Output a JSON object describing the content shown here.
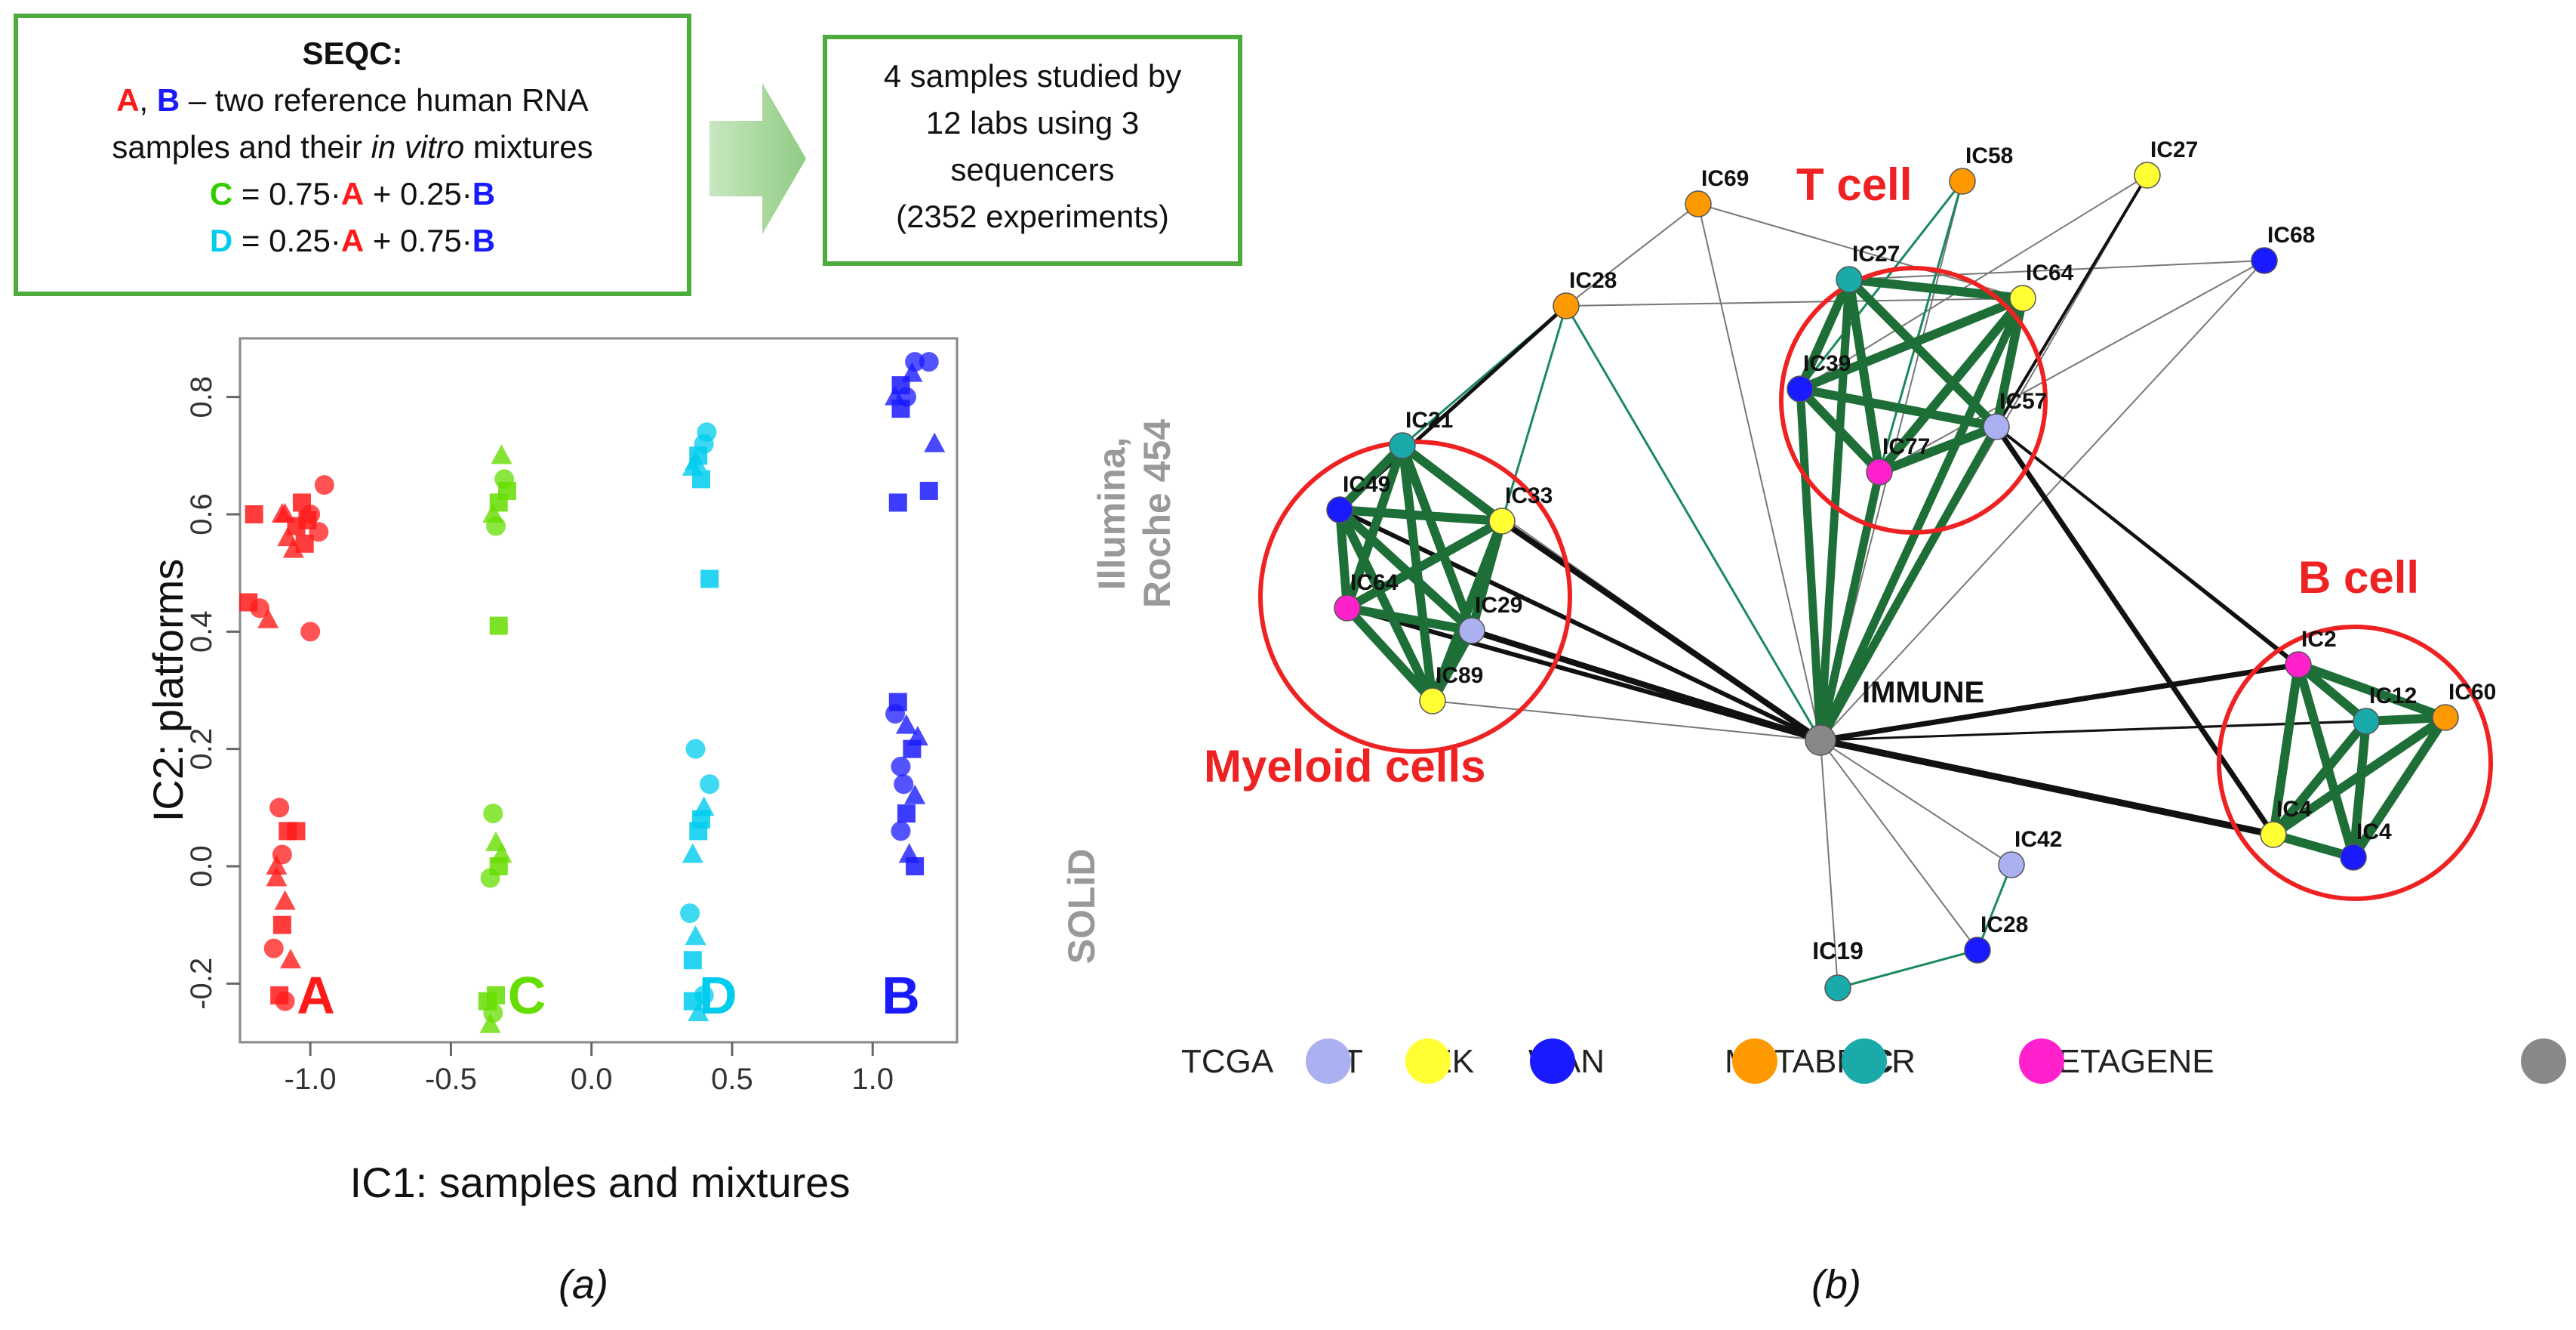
{
  "panel_a": {
    "seqc_box": {
      "title": "SEQC:",
      "line1_a": "A",
      "line1_sep": ", ",
      "line1_b": "B",
      "line1_rest": " – two reference human RNA",
      "line2_pre": "samples and their ",
      "line2_ital": "in vitro",
      "line2_post": " mixtures",
      "line3_c": "C",
      "line3_mid1": " = 0.75·",
      "line3_a": "A",
      "line3_mid2": " + 0.25·",
      "line3_b": "B",
      "line4_d": "D",
      "line4_mid1": " = 0.25·",
      "line4_a": "A",
      "line4_mid2": " + 0.75·",
      "line4_b": "B"
    },
    "summary_box": {
      "line1": "4 samples studied by",
      "line2": "12 labs using 3",
      "line3": "sequencers",
      "line4": "(2352 experiments)"
    },
    "platform_labels": {
      "upper": "Illumina,",
      "upper2": "Roche 454",
      "lower": "SOLiD"
    },
    "label": "(a)"
  },
  "chart_data": {
    "type": "scatter",
    "xlabel": "IC1: samples and mixtures",
    "ylabel": "IC2: platforms",
    "xlim": [
      -1.25,
      1.3
    ],
    "ylim": [
      -0.3,
      0.9
    ],
    "xticks": [
      "-1.0",
      "-0.5",
      "0.0",
      "0.5",
      "1.0"
    ],
    "xtick_values": [
      -1.0,
      -0.5,
      0.0,
      0.5,
      1.0
    ],
    "yticks": [
      "-0.2",
      "0.0",
      "0.2",
      "0.4",
      "0.6",
      "0.8"
    ],
    "ytick_values": [
      -0.2,
      0.0,
      0.2,
      0.4,
      0.6,
      0.8
    ],
    "group_labels": [
      {
        "text": "A",
        "x": -0.98,
        "y": -0.22,
        "color": "#ff1a1a"
      },
      {
        "text": "C",
        "x": -0.23,
        "y": -0.22,
        "color": "#66dd00"
      },
      {
        "text": "D",
        "x": 0.45,
        "y": -0.22,
        "color": "#00ccee"
      },
      {
        "text": "B",
        "x": 1.1,
        "y": -0.22,
        "color": "#1a1aff"
      }
    ],
    "series": [
      {
        "name": "A",
        "color": "#ff1a1a",
        "points": [
          [
            -1.05,
            0.58
          ],
          [
            -1.0,
            0.6
          ],
          [
            -1.08,
            0.56
          ],
          [
            -1.03,
            0.62
          ],
          [
            -0.95,
            0.65
          ],
          [
            -1.06,
            0.54
          ],
          [
            -1.01,
            0.59
          ],
          [
            -0.97,
            0.57
          ],
          [
            -1.09,
            0.6
          ],
          [
            -1.02,
            0.55
          ],
          [
            -1.0,
            0.4
          ],
          [
            -1.1,
            0.6
          ],
          [
            -1.2,
            0.6
          ],
          [
            -1.18,
            0.44
          ],
          [
            -1.15,
            0.42
          ],
          [
            -1.22,
            0.45
          ],
          [
            -1.1,
            0.02
          ],
          [
            -1.12,
            -0.02
          ],
          [
            -1.08,
            0.06
          ],
          [
            -1.11,
            0.1
          ],
          [
            -1.09,
            -0.06
          ],
          [
            -1.1,
            -0.1
          ],
          [
            -1.13,
            -0.14
          ],
          [
            -1.07,
            -0.16
          ],
          [
            -1.11,
            -0.22
          ],
          [
            -1.09,
            -0.23
          ],
          [
            -1.12,
            0.0
          ],
          [
            -1.05,
            0.06
          ]
        ]
      },
      {
        "name": "C",
        "color": "#66dd00",
        "points": [
          [
            -0.33,
            0.62
          ],
          [
            -0.31,
            0.66
          ],
          [
            -0.35,
            0.6
          ],
          [
            -0.3,
            0.64
          ],
          [
            -0.34,
            0.58
          ],
          [
            -0.32,
            0.7
          ],
          [
            -0.33,
            0.41
          ],
          [
            -0.35,
            0.09
          ],
          [
            -0.34,
            0.04
          ],
          [
            -0.33,
            0.0
          ],
          [
            -0.36,
            -0.02
          ],
          [
            -0.32,
            0.02
          ],
          [
            -0.37,
            -0.23
          ],
          [
            -0.35,
            -0.25
          ],
          [
            -0.36,
            -0.27
          ],
          [
            -0.34,
            -0.22
          ]
        ]
      },
      {
        "name": "D",
        "color": "#00ccee",
        "points": [
          [
            0.38,
            0.7
          ],
          [
            0.4,
            0.72
          ],
          [
            0.36,
            0.68
          ],
          [
            0.39,
            0.66
          ],
          [
            0.41,
            0.74
          ],
          [
            0.37,
            0.69
          ],
          [
            0.42,
            0.49
          ],
          [
            0.37,
            0.2
          ],
          [
            0.4,
            0.1
          ],
          [
            0.38,
            0.06
          ],
          [
            0.42,
            0.14
          ],
          [
            0.36,
            0.02
          ],
          [
            0.39,
            0.08
          ],
          [
            0.35,
            -0.08
          ],
          [
            0.37,
            -0.12
          ],
          [
            0.36,
            -0.16
          ],
          [
            0.4,
            -0.22
          ],
          [
            0.38,
            -0.25
          ],
          [
            0.36,
            -0.23
          ]
        ]
      },
      {
        "name": "B",
        "color": "#1a1aff",
        "points": [
          [
            1.1,
            0.82
          ],
          [
            1.12,
            0.8
          ],
          [
            1.14,
            0.84
          ],
          [
            1.1,
            0.78
          ],
          [
            1.15,
            0.86
          ],
          [
            1.08,
            0.8
          ],
          [
            1.09,
            0.62
          ],
          [
            1.2,
            0.86
          ],
          [
            1.22,
            0.72
          ],
          [
            1.2,
            0.64
          ],
          [
            1.08,
            0.26
          ],
          [
            1.12,
            0.24
          ],
          [
            1.14,
            0.2
          ],
          [
            1.1,
            0.17
          ],
          [
            1.15,
            0.12
          ],
          [
            1.12,
            0.09
          ],
          [
            1.1,
            0.06
          ],
          [
            1.13,
            0.02
          ],
          [
            1.15,
            0.0
          ],
          [
            1.11,
            0.14
          ],
          [
            1.16,
            0.22
          ],
          [
            1.09,
            0.28
          ]
        ]
      }
    ]
  },
  "panel_b": {
    "label": "(b)",
    "clusters": [
      {
        "name": "T cell",
        "color": "#ff1a1a"
      },
      {
        "name": "B cell",
        "color": "#ff1a1a"
      },
      {
        "name": "Myeloid cells",
        "color": "#ff1a1a"
      }
    ],
    "hub": "IMMUNE",
    "legend": [
      {
        "name": "TCGA",
        "color": "#aab0f0"
      },
      {
        "name": "CIT",
        "color": "#ffff33"
      },
      {
        "name": "BEK",
        "color": "#1a1aff"
      },
      {
        "name": "WAN",
        "color": "#ff9900"
      },
      {
        "name": "METABRIC",
        "color": "#1aaaaa"
      },
      {
        "name": "BCR",
        "color": "#ff22cc"
      },
      {
        "name": "METAGENE",
        "color": "#888888"
      }
    ],
    "nodes": [
      {
        "id": "IC27t",
        "label": "IC27",
        "color": "#1aaaaa"
      },
      {
        "id": "IC64t",
        "label": "IC64",
        "color": "#ffff33"
      },
      {
        "id": "IC39",
        "label": "IC39",
        "color": "#1a1aff"
      },
      {
        "id": "IC57",
        "label": "IC57",
        "color": "#aab0f0"
      },
      {
        "id": "IC77",
        "label": "IC77",
        "color": "#ff22cc"
      },
      {
        "id": "IC69",
        "label": "IC69",
        "color": "#ff9900"
      },
      {
        "id": "IC58",
        "label": "IC58",
        "color": "#ff9900"
      },
      {
        "id": "IC27y",
        "label": "IC27",
        "color": "#ffff33"
      },
      {
        "id": "IC68",
        "label": "IC68",
        "color": "#1a1aff"
      },
      {
        "id": "IC28o",
        "label": "IC28",
        "color": "#ff9900"
      },
      {
        "id": "IC21",
        "label": "IC21",
        "color": "#1aaaaa"
      },
      {
        "id": "IC49",
        "label": "IC49",
        "color": "#1a1aff"
      },
      {
        "id": "IC33",
        "label": "IC33",
        "color": "#ffff33"
      },
      {
        "id": "IC64m",
        "label": "IC64",
        "color": "#ff22cc"
      },
      {
        "id": "IC29",
        "label": "IC29",
        "color": "#aab0f0"
      },
      {
        "id": "IC89",
        "label": "IC89",
        "color": "#ffff33"
      },
      {
        "id": "IMMUNE",
        "label": "IMMUNE",
        "color": "#888888"
      },
      {
        "id": "IC2",
        "label": "IC2",
        "color": "#ff22cc"
      },
      {
        "id": "IC12",
        "label": "IC12",
        "color": "#1aaaaa"
      },
      {
        "id": "IC60",
        "label": "IC60",
        "color": "#ff9900"
      },
      {
        "id": "IC4y",
        "label": "IC4",
        "color": "#ffff33"
      },
      {
        "id": "IC4b",
        "label": "IC4",
        "color": "#1a1aff"
      },
      {
        "id": "IC42",
        "label": "IC42",
        "color": "#aab0f0"
      },
      {
        "id": "IC28b",
        "label": "IC28",
        "color": "#1a1aff"
      },
      {
        "id": "IC19",
        "label": "IC19",
        "color": "#1aaaaa"
      }
    ]
  }
}
